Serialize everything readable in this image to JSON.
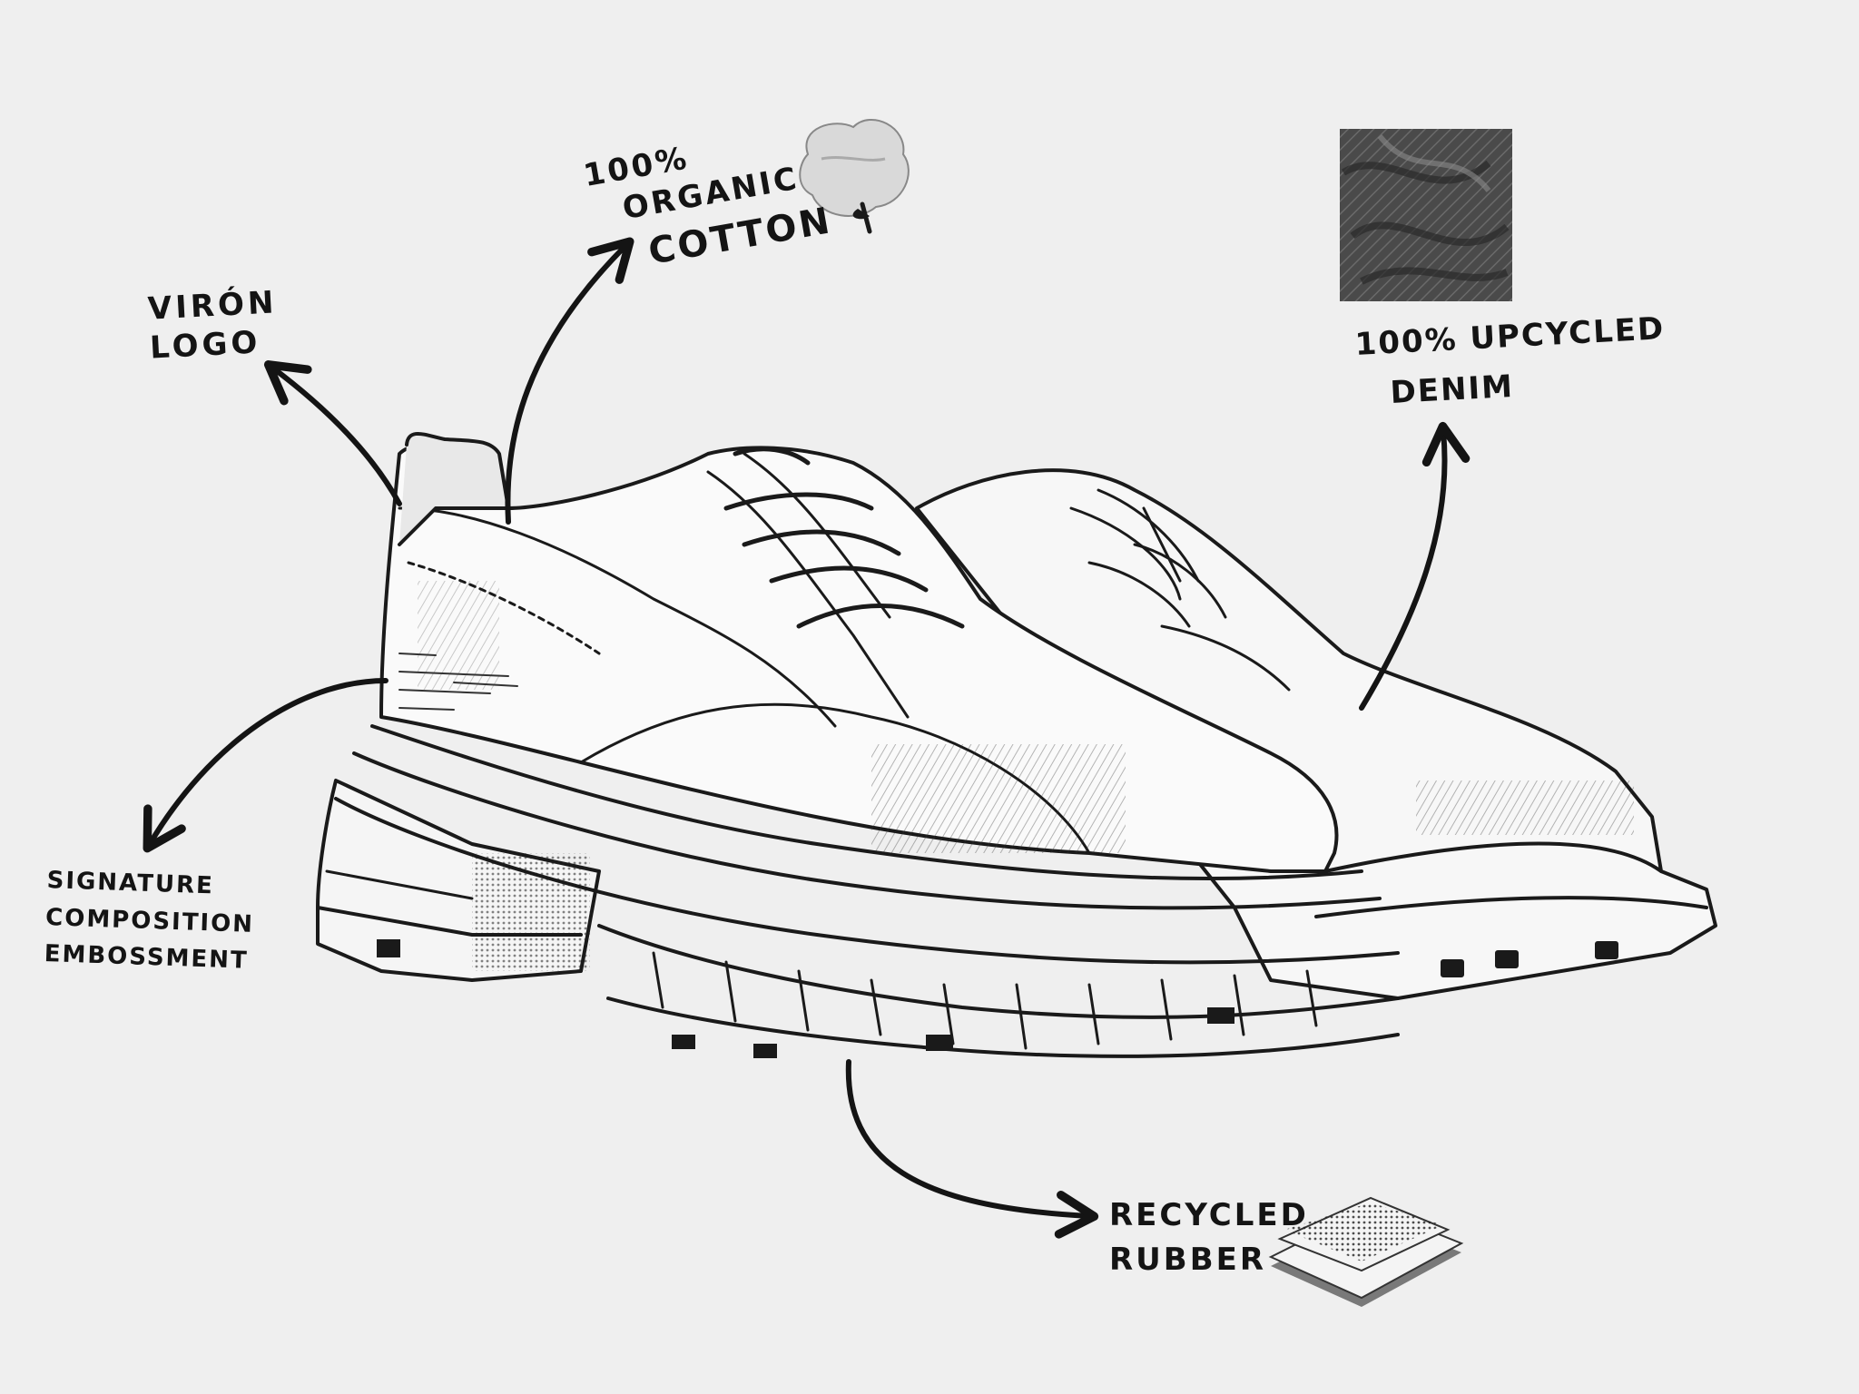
{
  "annotations": {
    "logo": [
      "VIRÓN",
      "LOGO"
    ],
    "cotton": [
      "100%",
      "ORGANIC",
      "COTTON"
    ],
    "denim": [
      "100% UPCYCLED",
      "DENIM"
    ],
    "emboss": [
      "SIGNATURE",
      "COMPOSITION",
      "EMBOSSMENT"
    ],
    "rubber": [
      "RECYCLED",
      "RUBBER"
    ]
  },
  "icons": {
    "shoe": "shoe-sketch-icon",
    "cotton": "cotton-boll-icon",
    "denim": "denim-fabric-swatch-icon",
    "rubber": "rubber-sheet-swatch-icon",
    "arrow": "hand-drawn-arrow-icon"
  },
  "colors": {
    "background": "#efefef",
    "ink": "#141414"
  }
}
